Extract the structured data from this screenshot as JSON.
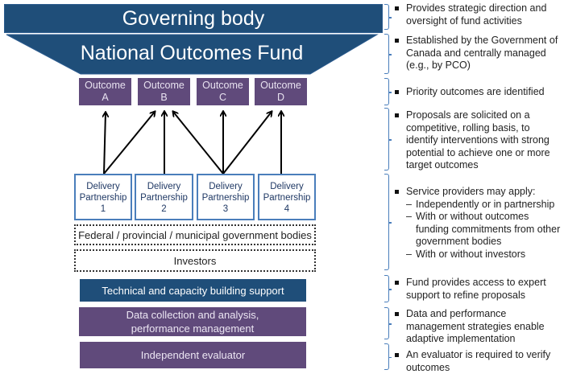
{
  "diagram": {
    "governing_body": "Governing body",
    "national_fund": "National Outcomes Fund",
    "outcomes": [
      {
        "line1": "Outcome",
        "line2": "A"
      },
      {
        "line1": "Outcome",
        "line2": "B"
      },
      {
        "line1": "Outcome",
        "line2": "C"
      },
      {
        "line1": "Outcome",
        "line2": "D"
      }
    ],
    "partnerships": [
      {
        "line1": "Delivery",
        "line2": "Partnership",
        "line3": "1"
      },
      {
        "line1": "Delivery",
        "line2": "Partnership",
        "line3": "2"
      },
      {
        "line1": "Delivery",
        "line2": "Partnership",
        "line3": "3"
      },
      {
        "line1": "Delivery",
        "line2": "Partnership",
        "line3": "4"
      }
    ],
    "links": [
      {
        "from": "Partnership 1",
        "to": "Outcome A"
      },
      {
        "from": "Partnership 1",
        "to": "Outcome B"
      },
      {
        "from": "Partnership 2",
        "to": "Outcome B"
      },
      {
        "from": "Partnership 3",
        "to": "Outcome B"
      },
      {
        "from": "Partnership 3",
        "to": "Outcome C"
      },
      {
        "from": "Partnership 3",
        "to": "Outcome D"
      },
      {
        "from": "Partnership 4",
        "to": "Outcome D"
      }
    ],
    "government_bodies": "Federal / provincial / municipal government bodies",
    "investors": "Investors",
    "technical_support": "Technical and capacity building support",
    "data_collection_line1": "Data collection and analysis,",
    "data_collection_line2": "performance management",
    "evaluator": "Independent evaluator",
    "colors": {
      "navy": "#1f4e79",
      "purple": "#604a7b",
      "partner_border": "#4a7ebb"
    }
  },
  "notes": [
    {
      "text": "Provides strategic direction and oversight of fund activities"
    },
    {
      "text": "Established by the Government of Canada and centrally managed (e.g., by PCO)"
    },
    {
      "text": "Priority outcomes are identified"
    },
    {
      "text": "Proposals are solicited on a competitive, rolling basis, to identify interventions with strong potential to achieve one or more target outcomes"
    },
    {
      "text": "Service providers may apply:",
      "subitems": [
        "Independently or in partnership",
        "With or without outcomes funding commitments from other government bodies",
        "With or without investors"
      ]
    },
    {
      "text": "Fund provides access to expert support to refine proposals"
    },
    {
      "text": "Data and performance management strategies enable adaptive implementation"
    },
    {
      "text": "An evaluator is required to verify outcomes"
    }
  ]
}
